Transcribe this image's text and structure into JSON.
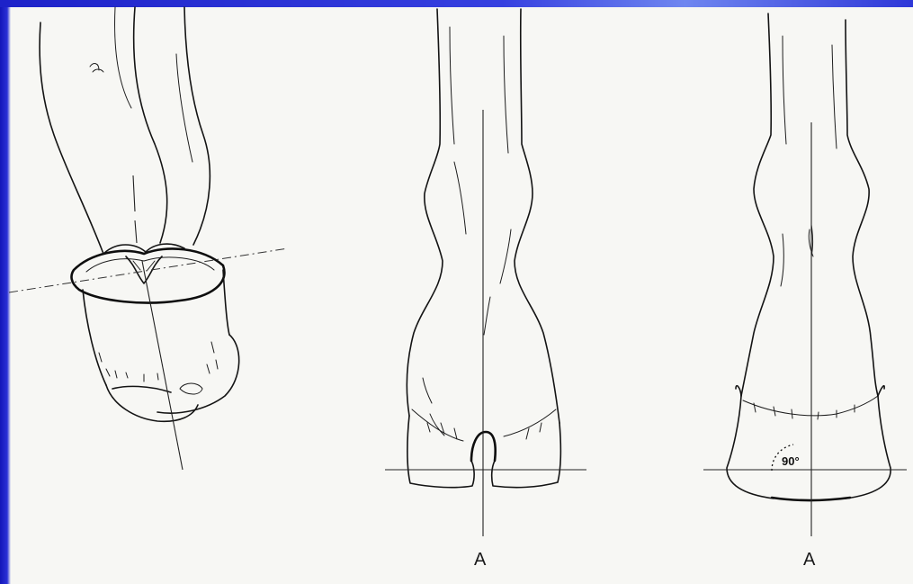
{
  "figures": [
    {
      "id": "hoof-sole-view",
      "label": ""
    },
    {
      "id": "hoof-front-view-split",
      "label": "A"
    },
    {
      "id": "hoof-front-view-level",
      "label": "A",
      "angle_label": "90°"
    }
  ]
}
